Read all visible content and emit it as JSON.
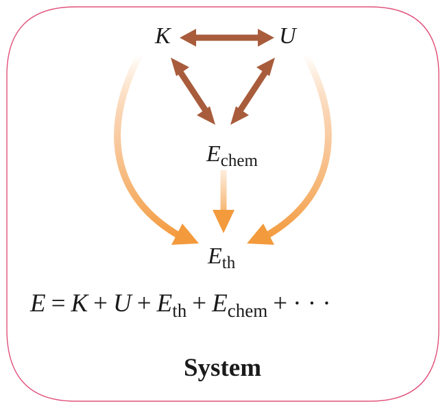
{
  "nodes": {
    "kinetic": "K",
    "potential": "U",
    "chemical": {
      "symbol": "E",
      "subscript": "chem"
    },
    "thermal": {
      "symbol": "E",
      "subscript": "th"
    }
  },
  "equation": {
    "lhs": "E",
    "equals": "=",
    "terms": [
      {
        "symbol": "K",
        "subscript": ""
      },
      {
        "symbol": "U",
        "subscript": ""
      },
      {
        "symbol": "E",
        "subscript": "th"
      },
      {
        "symbol": "E",
        "subscript": "chem"
      }
    ],
    "plus": "+",
    "ellipsis": "· · ·"
  },
  "system_label": "System",
  "colors": {
    "boundary": "#e0507a",
    "two_way_arrows": "#a85c3c",
    "one_way_arrows": "#f39a3c"
  }
}
